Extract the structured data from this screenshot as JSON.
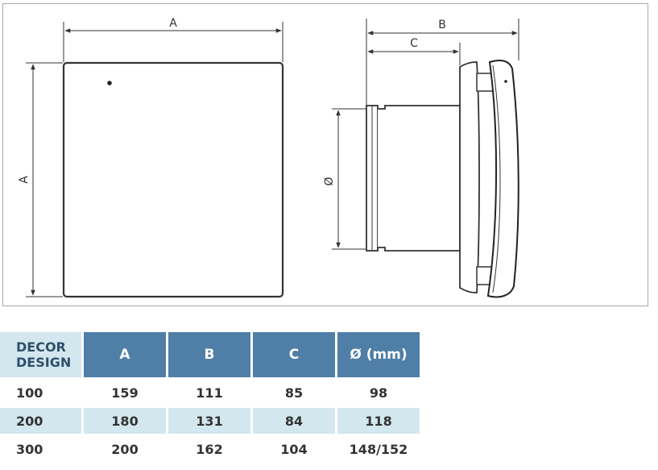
{
  "drawing": {
    "front_view": {
      "width_label": "A",
      "height_label": "A"
    },
    "side_view": {
      "depth_label": "B",
      "duct_length_label": "C",
      "diameter_label": "Ø"
    }
  },
  "table": {
    "headers": [
      "DECOR DESIGN",
      "A",
      "B",
      "C",
      "Ø (mm)"
    ],
    "rows": [
      [
        "100",
        "159",
        "111",
        "85",
        "98"
      ],
      [
        "200",
        "180",
        "131",
        "84",
        "118"
      ],
      [
        "300",
        "200",
        "162",
        "104",
        "148/152"
      ]
    ]
  },
  "colors": {
    "header_blue": "#4f7ea6",
    "light_blue": "#d3e7ef",
    "frame_gray": "#a9a9a9",
    "line_dark": "#333333"
  }
}
